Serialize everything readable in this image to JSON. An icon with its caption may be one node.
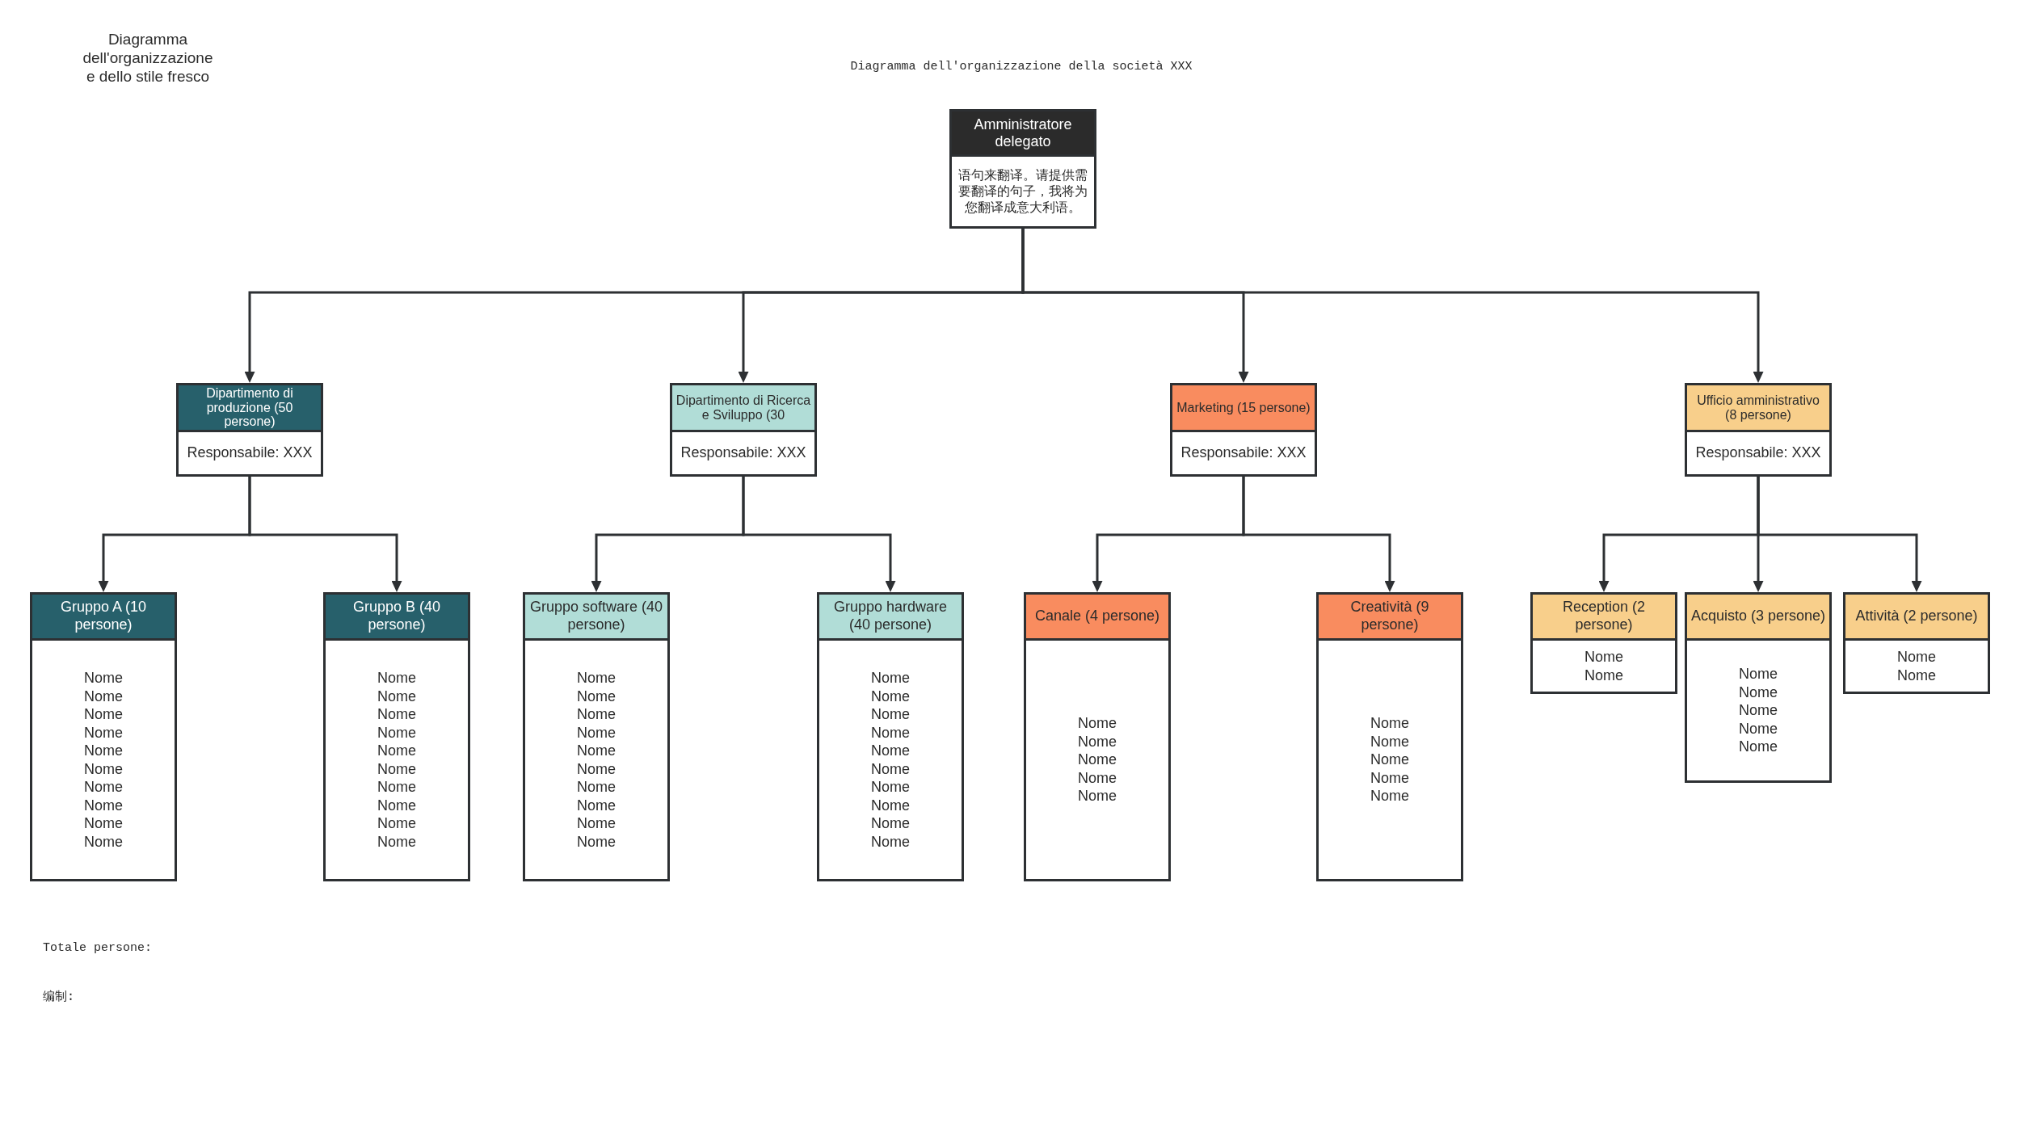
{
  "diagram": {
    "title": "Diagramma dell'organizzazione della società XXX",
    "nodes": [
      {
        "text": [
          "Amministratore delegato",
          "语句来翻译。请提供需要翻译的句子，我将为您翻译成意大利语。"
        ]
      },
      {
        "text": [
          "Dipartimento di produzione (50 persone)",
          "Responsabile: XXX"
        ]
      },
      {
        "text": [
          "Dipartimento di Ricerca e Sviluppo (30",
          "Responsabile: XXX"
        ]
      },
      {
        "text": [
          "Marketing (15 persone)",
          "Responsabile: XXX"
        ]
      },
      {
        "text": [
          "Ufficio amministrativo (8 persone)",
          "Responsabile: XXX"
        ]
      },
      {
        "text": [
          "Gruppo A (10 persone)",
          "Nome",
          "Nome",
          "Nome",
          "Nome",
          "Nome",
          "Nome",
          "Nome",
          "Nome",
          "Nome",
          "Nome"
        ]
      },
      {
        "text": [
          "Gruppo B (40 persone)",
          "Nome",
          "Nome",
          "Nome",
          "Nome",
          "Nome",
          "Nome",
          "Nome",
          "Nome",
          "Nome",
          "Nome"
        ]
      },
      {
        "text": [
          "Gruppo software (40 persone)",
          "Nome",
          "Nome",
          "Nome",
          "Nome",
          "Nome",
          "Nome",
          "Nome",
          "Nome",
          "Nome",
          "Nome"
        ]
      },
      {
        "text": [
          "Gruppo hardware (40 persone)",
          "Nome",
          "Nome",
          "Nome",
          "Nome",
          "Nome",
          "Nome",
          "Nome",
          "Nome",
          "Nome",
          "Nome"
        ]
      },
      {
        "text": [
          "Canale (4 persone)",
          "Nome",
          "Nome",
          "Nome",
          "Nome",
          "Nome"
        ]
      },
      {
        "text": [
          "Creatività (9 persone)",
          "Nome",
          "Nome",
          "Nome",
          "Nome",
          "Nome"
        ]
      },
      {
        "text": [
          "Reception (2 persone)",
          "Nome",
          "Nome"
        ]
      },
      {
        "text": [
          "Acquisto (3 persone)",
          "Nome",
          "Nome",
          "Nome",
          "Nome",
          "Nome"
        ]
      },
      {
        "text": [
          "Attività (2 persone)",
          "Nome",
          "Nome"
        ]
      }
    ],
    "edges": [
      {
        "from": 0,
        "to": 1,
        "arrow": "to"
      },
      {
        "from": 0,
        "to": 2,
        "arrow": "to"
      },
      {
        "from": 0,
        "to": 3,
        "arrow": "to"
      },
      {
        "from": 0,
        "to": 4,
        "arrow": "to"
      },
      {
        "from": 1,
        "to": 5,
        "arrow": "to"
      },
      {
        "from": 1,
        "to": 6,
        "arrow": "to"
      },
      {
        "from": 2,
        "to": 7,
        "arrow": "to"
      },
      {
        "from": 2,
        "to": 8,
        "arrow": "to"
      },
      {
        "from": 3,
        "to": 9,
        "arrow": "to"
      },
      {
        "from": 3,
        "to": 10,
        "arrow": "to"
      },
      {
        "from": 4,
        "to": 11,
        "arrow": "to"
      },
      {
        "from": 4,
        "to": 12,
        "arrow": "to"
      },
      {
        "from": 4,
        "to": 13,
        "arrow": "to"
      }
    ],
    "labels": [
      "Diagramma dell'organizzazione e dello stile fresco",
      "Totale persone:",
      "编制:"
    ]
  }
}
